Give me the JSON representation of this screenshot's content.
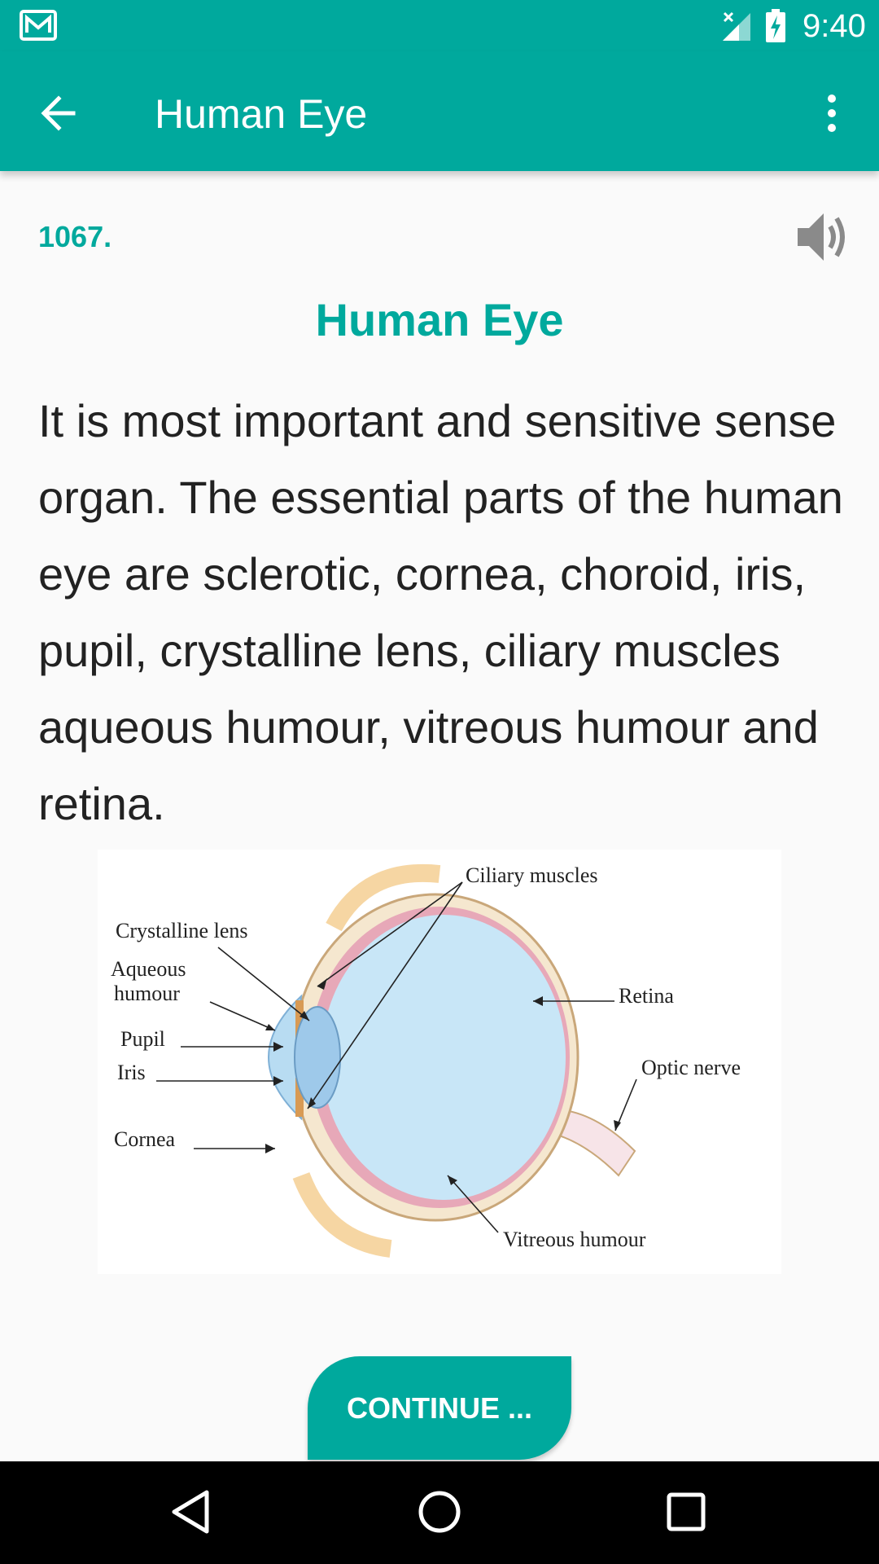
{
  "status_bar": {
    "time": "9:40",
    "icons": [
      "gmail-icon",
      "signal-off-icon",
      "battery-charging-icon"
    ]
  },
  "app_bar": {
    "title": "Human Eye",
    "icons": [
      "back-arrow-icon",
      "more-vert-icon"
    ]
  },
  "content": {
    "number": "1067.",
    "heading": "Human Eye",
    "paragraph": "It is most important and sensitive sense organ. The essential parts of the human eye are sclerotic, cornea, choroid, iris, pupil, crystalline lens, ciliary muscles aqueous humour, vitreous humour and retina.",
    "speaker_icon": "speaker-icon"
  },
  "diagram": {
    "labels": {
      "ciliary_muscles": "Ciliary muscles",
      "crystalline_lens": "Crystalline lens",
      "aqueous_1": "Aqueous",
      "aqueous_2": "humour",
      "retina": "Retina",
      "pupil": "Pupil",
      "iris": "Iris",
      "optic_nerve": "Optic nerve",
      "cornea": "Cornea",
      "vitreous": "Vitreous humour"
    }
  },
  "continue_button": {
    "label": "CONTINUE ..."
  },
  "nav_bar": {
    "icons": [
      "nav-back-icon",
      "nav-home-icon",
      "nav-recents-icon"
    ]
  },
  "colors": {
    "primary": "#00a99d",
    "text": "#222222",
    "background": "#fafafa"
  }
}
